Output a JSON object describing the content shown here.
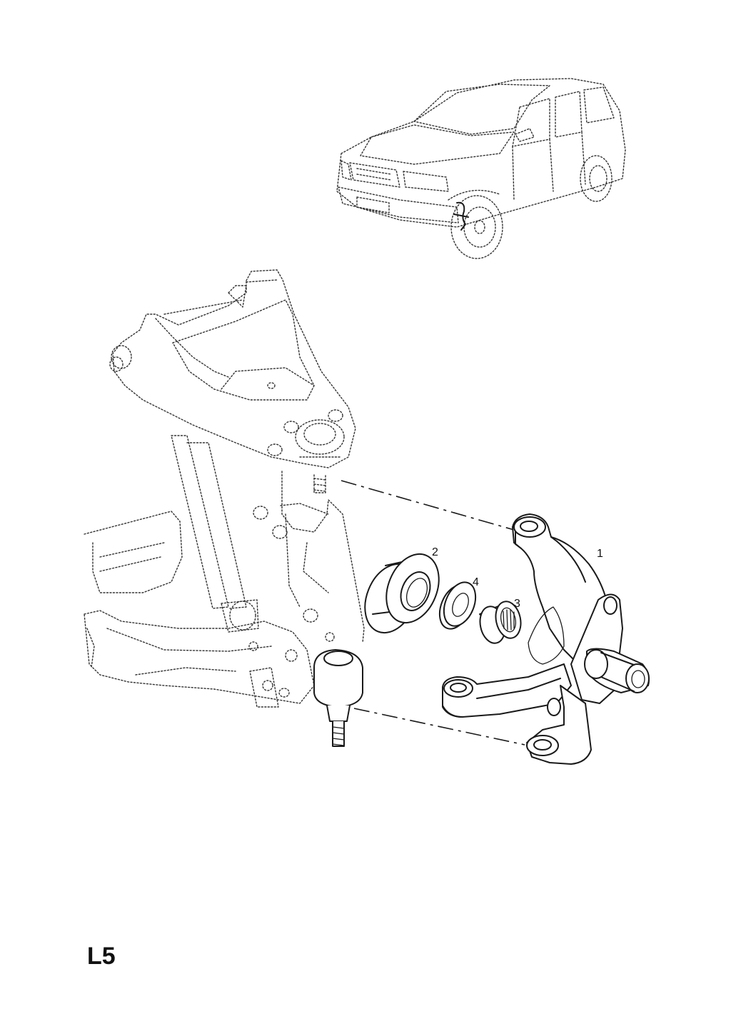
{
  "callouts": {
    "part1": "1",
    "part2": "2",
    "part3": "3",
    "part4": "4"
  },
  "page_label": "L5"
}
